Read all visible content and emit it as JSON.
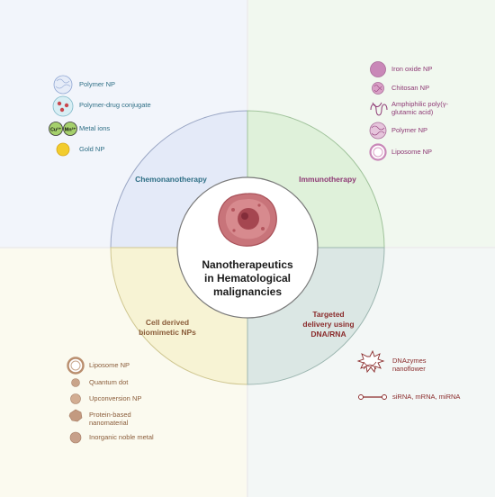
{
  "center": {
    "line1": "Nanotherapeutics",
    "line2": "in Hematological",
    "line3": "malignancies"
  },
  "segments": {
    "top_left": "Chemonanotherapy",
    "top_right": "Immunotherapy",
    "bottom_left_line1": "Cell derived",
    "bottom_left_line2": "biomimetic NPs",
    "bottom_right_line1": "Targeted",
    "bottom_right_line2": "delivery using",
    "bottom_right_line3": "DNA/RNA"
  },
  "top_left_items": [
    "Polymer NP",
    "Polymer-drug conjugate",
    "Metal ions",
    "Gold NP"
  ],
  "metal_ion_labels": [
    "Cu²⁺",
    "Mn²⁺"
  ],
  "top_right_items": [
    "Iron oxide NP",
    "Chitosan NP",
    "Amphiphilic poly(γ-",
    "glutamic acid)",
    "Polymer NP",
    "Liposome NP"
  ],
  "bottom_left_items": [
    "Liposome NP",
    "Quantum dot",
    "Upconversion NP",
    "Protein-based",
    "nanomaterial",
    "Inorganic noble metal"
  ],
  "bottom_right_items": [
    "DNAzymes",
    "nanoflower",
    "siRNA, mRNA, miRNA"
  ],
  "colors": {
    "chemo_fill": "#e4eaf8",
    "immuno_fill": "#dff1da",
    "cell_fill": "#f7f3d4",
    "targeted_fill": "#dbe7e4",
    "ring_stroke": "#8a8a8a",
    "center_text": "#1a1a1a",
    "chemo_text": "#2f6f86",
    "immuno_text": "#8e3a75",
    "cell_text": "#8a5c3a",
    "targeted_text": "#8a2b2b"
  }
}
